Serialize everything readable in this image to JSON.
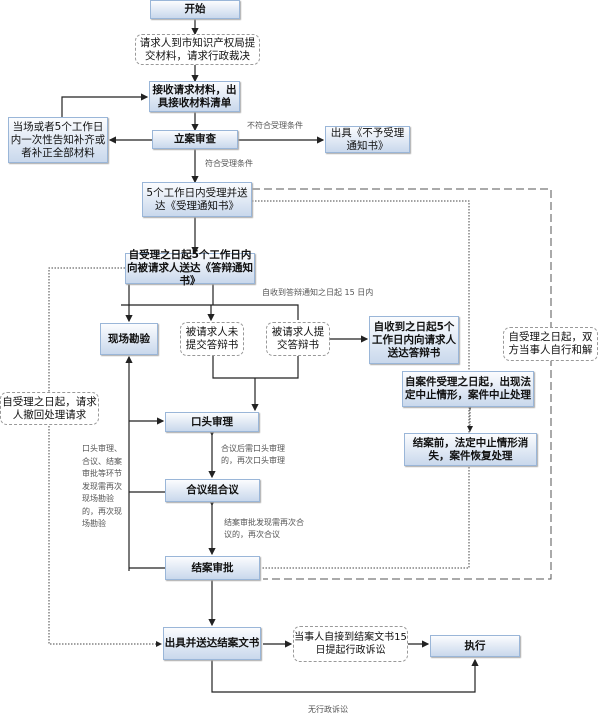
{
  "nodes": {
    "start": "开始",
    "submit": "请求人到市知识产权局提交材料，请求行政裁决",
    "receive": "接收请求材料，出具接收材料清单",
    "supplement": "当场或者5个工作日内一次性告知补齐或者补正全部材料",
    "review": "立案审查",
    "reject": "出具《不予受理通知书》",
    "accept": "5个工作日内受理并送达《受理通知书》",
    "notify": "自受理之日起5个工作日内向被请求人送达《答辩通知书》",
    "inspect": "现场勘验",
    "no_reply": "被请求人未提交答辩书",
    "reply": "被请求人提交答辩书",
    "send_reply": "自收到之日起5个工作日内向请求人送达答辩书",
    "settle": "自受理之日起，双方当事人自行和解",
    "suspend": "自案件受理之日起，出现法定中止情形，案件中止处理",
    "resume": "结案前，法定中止情形消失，案件恢复处理",
    "withdraw": "自受理之日起，请求人撤回处理请求",
    "oral": "口头审理",
    "panel": "合议组合议",
    "approve": "结案审批",
    "issue": "出具并送达结案文书",
    "lawsuit": "当事人自接到结案文书15日提起行政诉讼",
    "execute": "执行"
  },
  "labels": {
    "not_meet": "不符合受理条件",
    "meet": "符合受理条件",
    "within15": "自收到答辩通知之日起 15 日内",
    "reinspect": "口头审理、合议、结案审批等环节发现需再次现场勘验的，再次现场勘验",
    "reoral": "合议后需口头审理的，再次口头审理",
    "repanel": "结案审批发现需再次合议的，再次合议",
    "no_lawsuit": "无行政诉讼"
  }
}
